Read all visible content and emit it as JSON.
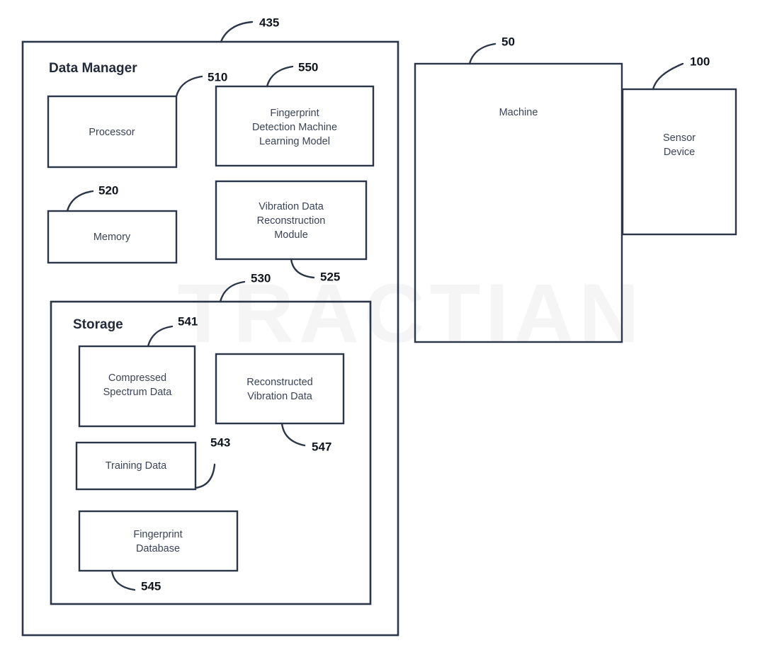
{
  "figure": {
    "watermark": "TRACTIAN",
    "stroke_color": "#2b3648",
    "label_color": "#3a4456",
    "heading_color": "#232b3a",
    "number_color": "#10161f",
    "watermark_color": "#f5f5f6",
    "background_color": "#ffffff"
  },
  "containers": {
    "data_manager": {
      "heading": "Data Manager",
      "ref": "435"
    },
    "storage": {
      "heading": "Storage",
      "ref": "530"
    }
  },
  "blocks": {
    "processor": {
      "label": "Processor",
      "ref": "510"
    },
    "memory": {
      "label": "Memory",
      "ref": "520"
    },
    "fingerprint_model": {
      "label": "Fingerprint\nDetection Machine\nLearning Model",
      "ref": "550"
    },
    "reconstruction_module": {
      "label": "Vibration Data\nReconstruction\nModule",
      "ref": "525"
    },
    "compressed_spectrum": {
      "label": "Compressed\nSpectrum Data",
      "ref": "541"
    },
    "reconstructed_vibration": {
      "label": "Reconstructed\nVibration Data",
      "ref": "547"
    },
    "training_data": {
      "label": "Training Data",
      "ref": "543"
    },
    "fingerprint_database": {
      "label": "Fingerprint\nDatabase",
      "ref": "545"
    },
    "machine": {
      "label": "Machine",
      "ref": "50"
    },
    "sensor_device": {
      "label": "Sensor\nDevice",
      "ref": "100"
    }
  },
  "reference_numbers": [
    "435",
    "510",
    "550",
    "520",
    "525",
    "530",
    "541",
    "543",
    "547",
    "545",
    "50",
    "100"
  ]
}
